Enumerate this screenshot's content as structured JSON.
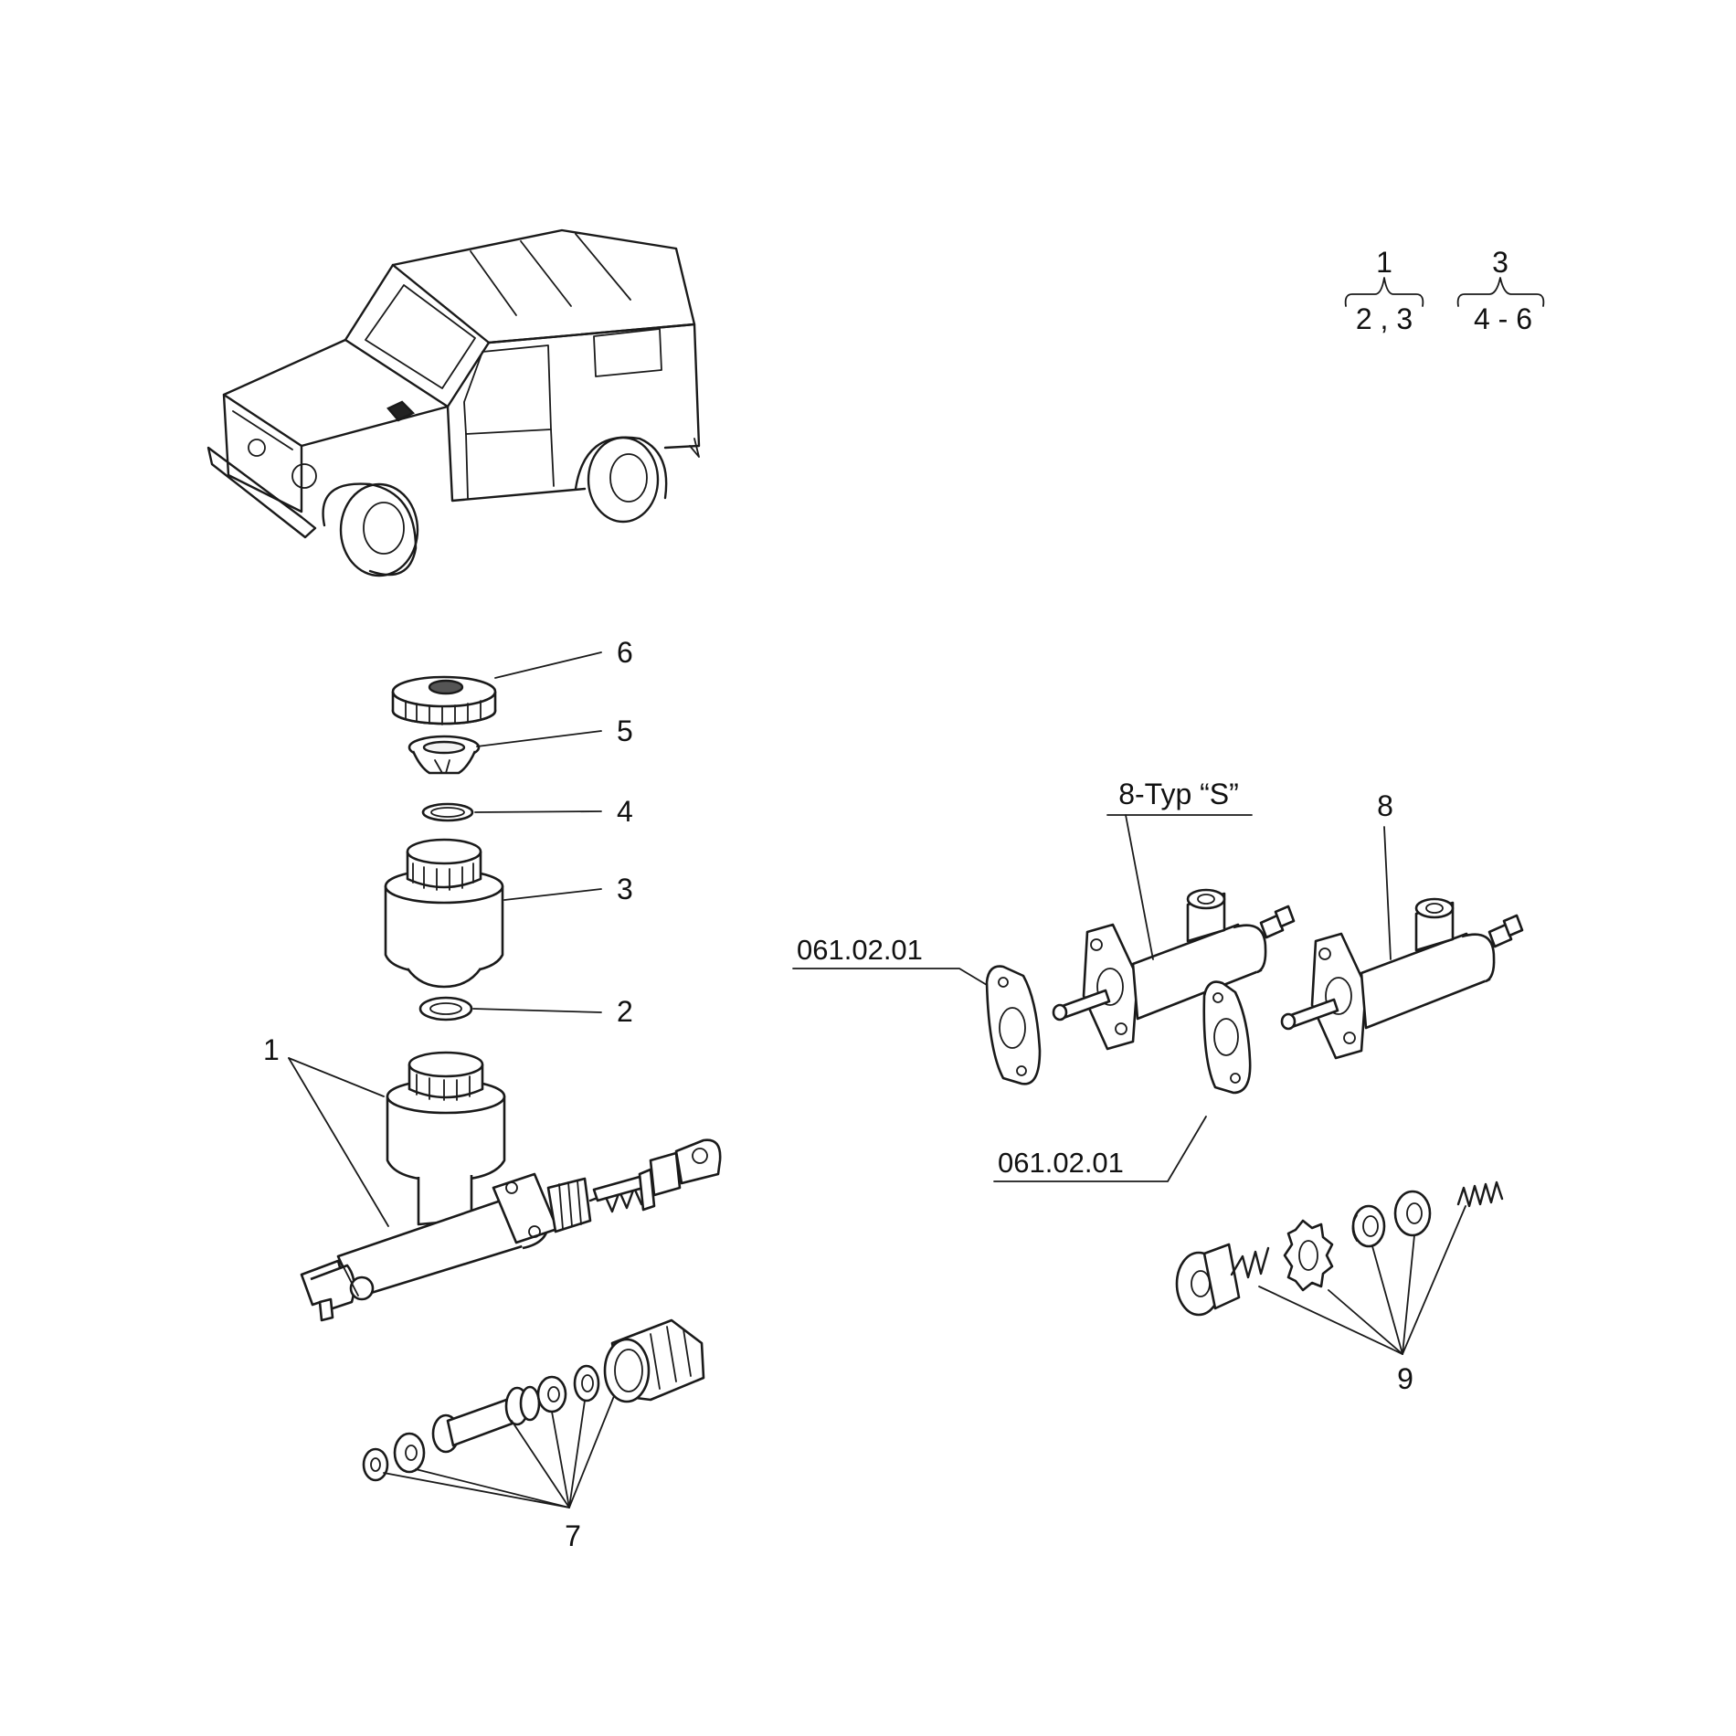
{
  "hierarchy": [
    {
      "parent": "1",
      "children": "2 , 3"
    },
    {
      "parent": "3",
      "children": "4 - 6"
    }
  ],
  "callouts": {
    "c1": "1",
    "c2": "2",
    "c3": "3",
    "c4": "4",
    "c5": "5",
    "c6": "6",
    "c7": "7",
    "c8": "8",
    "c8s": "8-Typ “S”",
    "c9": "9",
    "gasket_a": "061.02.01",
    "gasket_b": "061.02.01"
  }
}
